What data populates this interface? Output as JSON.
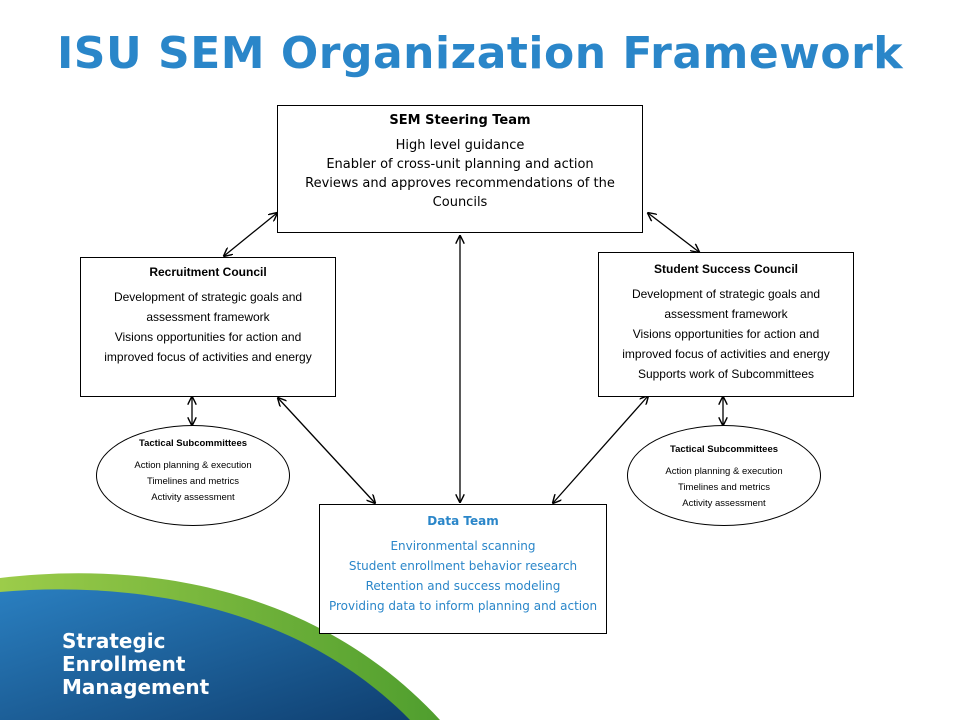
{
  "title": "ISU SEM Organization Framework",
  "steering": {
    "heading": "SEM Steering Team",
    "lines": [
      "High level guidance",
      "Enabler of cross-unit planning and action",
      "Reviews and approves recommendations of the",
      "Councils"
    ]
  },
  "recruitment": {
    "heading": "Recruitment Council",
    "lines": [
      "Development of strategic goals and",
      "assessment framework",
      "Visions opportunities for action and",
      "improved focus of activities and energy"
    ]
  },
  "student_success": {
    "heading": "Student Success Council",
    "lines": [
      "Development of strategic goals and",
      "assessment framework",
      "Visions opportunities for action and",
      "improved focus of activities and energy",
      "Supports work of Subcommittees"
    ]
  },
  "tactical_left": {
    "heading": "Tactical Subcommittees",
    "lines": [
      "Action planning & execution",
      "Timelines and metrics",
      "Activity assessment"
    ]
  },
  "tactical_right": {
    "heading": "Tactical Subcommittees",
    "lines": [
      "Action planning & execution",
      "Timelines and metrics",
      "Activity assessment"
    ]
  },
  "data_team": {
    "heading": "Data Team",
    "lines": [
      "Environmental scanning",
      "Student enrollment behavior research",
      "Retention and success modeling",
      "Providing data to inform planning and action"
    ]
  },
  "logo": {
    "lines": [
      "Strategic",
      "Enrollment",
      "Management"
    ]
  },
  "colors": {
    "title": "#2a86c9",
    "data_team_text": "#2a86c9",
    "swoosh_dark": "#1b5a8f",
    "swoosh_light": "#6db53f"
  }
}
